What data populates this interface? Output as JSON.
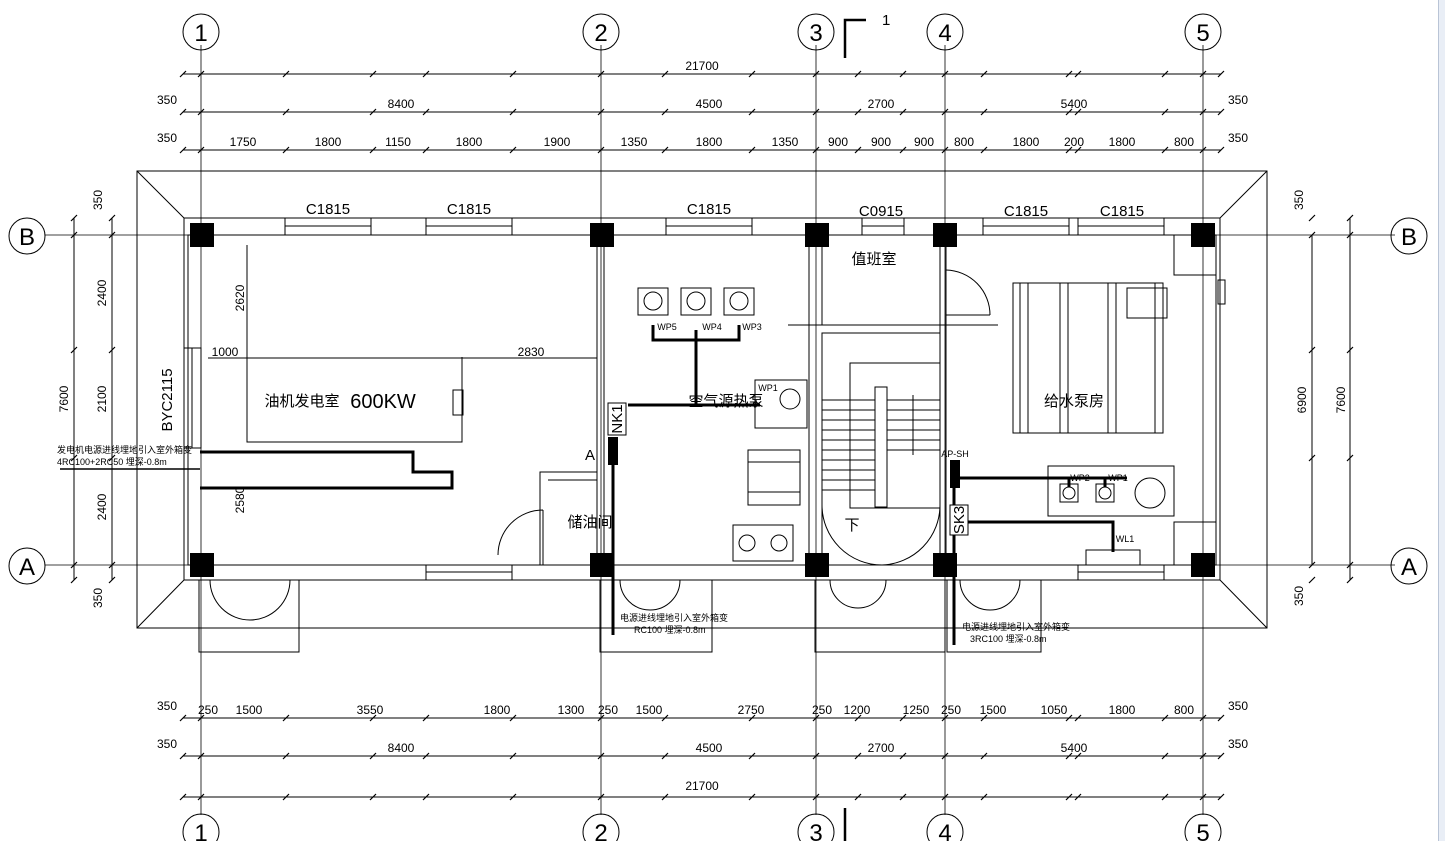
{
  "grid": {
    "columns": [
      "1",
      "2",
      "3",
      "4",
      "5"
    ],
    "rows": [
      "B",
      "A"
    ]
  },
  "dimensions": {
    "top_total": "21700",
    "top_left_edge": "350",
    "top_right_edge": "350",
    "top_main": [
      "8400",
      "4500",
      "2700",
      "5400"
    ],
    "top_detail": [
      "1750",
      "1800",
      "1150",
      "1800",
      "1900",
      "1350",
      "1800",
      "1350",
      "900",
      "900",
      "900",
      "800",
      "1800",
      "200",
      "1800",
      "800"
    ],
    "bottom_detail": [
      "250",
      "1500",
      "3550",
      "1800",
      "1300",
      "250",
      "1500",
      "2750",
      "250",
      "1200",
      "1250",
      "250",
      "1500",
      "1050",
      "1800",
      "800"
    ],
    "bottom_main": [
      "8400",
      "4500",
      "2700",
      "5400"
    ],
    "bottom_total": "21700",
    "left_total": "7600",
    "left_parts": [
      "2400",
      "2100",
      "2400"
    ],
    "left_edge": [
      "350",
      "350"
    ],
    "right_total": "7600",
    "right_inner": "6900",
    "right_edge": [
      "350",
      "350"
    ],
    "gen_width": "1000",
    "gen_length": "2830",
    "gen_top": "2620",
    "gen_bottom": "2580"
  },
  "windows": {
    "w1": "C1815",
    "w2": "C1815",
    "w3": "C1815",
    "w4": "C0915",
    "w5": "C1815",
    "w6": "C1815",
    "side": "BYC2115"
  },
  "rooms": {
    "generator_room": "油机发电室",
    "generator_power": "600KW",
    "oil_room": "储油间",
    "duty_room": "值班室",
    "pump_room": "给水泵房",
    "air_source": "空气源热泵",
    "stair_down": "下"
  },
  "equipment": {
    "wp5": "WP5",
    "wp4": "WP4",
    "wp3": "WP3",
    "wp2": "WP2",
    "wp1": "WP1",
    "wp1b": "WP1",
    "wl1": "WL1",
    "nk1": "NK1",
    "sk3": "SK3",
    "ap_sh": "AP-SH",
    "a_mark": "A"
  },
  "notes": {
    "gen_title": "发电机电源进线埋地引入室外箱变",
    "gen_spec": "4RC100+2RC50 埋深-0.8m",
    "mid_title": "电源进线埋地引入室外箱变",
    "mid_spec": "RC100 埋深-0.8m",
    "right_title": "电源进线埋地引入室外箱变",
    "right_spec": "3RC100 埋深-0.8m"
  },
  "section_mark": "1"
}
